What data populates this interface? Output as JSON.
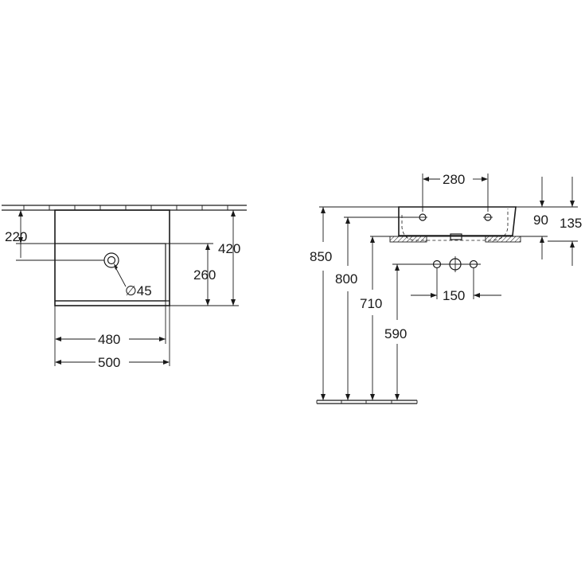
{
  "dimensions": {
    "top_view": {
      "offset_220": "220",
      "total_420": "420",
      "depth_260": "260",
      "drain_dia": "∅45",
      "width_480": "480",
      "width_500": "500"
    },
    "side_view": {
      "tap_spacing_280": "280",
      "height_90": "90",
      "height_135": "135",
      "height_850": "850",
      "height_800": "800",
      "height_710": "710",
      "height_590": "590",
      "pipe_spacing_150": "150"
    }
  },
  "colors": {
    "ink": "#1a1a1a",
    "background": "#ffffff"
  }
}
